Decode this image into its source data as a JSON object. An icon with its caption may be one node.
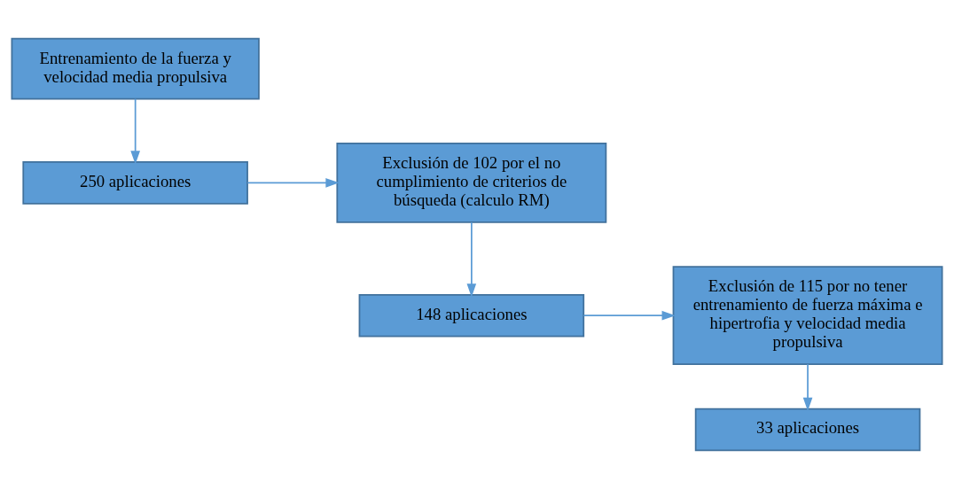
{
  "diagram": {
    "nodes": [
      {
        "text": [
          "Entrenamiento de la fuerza y velocidad media propulsiva"
        ]
      },
      {
        "text": [
          "250 aplicaciones"
        ]
      },
      {
        "text": [
          "Exclusión de 102 por el no cumplimiento de criterios de búsqueda (calculo RM)"
        ]
      },
      {
        "text": [
          "148 aplicaciones"
        ]
      },
      {
        "text": [
          "Exclusión de 115 por no tener entrenamiento de fuerza máxima e hipertrofia y velocidad media propulsiva"
        ]
      },
      {
        "text": [
          "33 aplicaciones"
        ]
      }
    ],
    "edges": [
      {
        "from": 0,
        "to": 1,
        "arrow": "to"
      },
      {
        "from": 1,
        "to": 2,
        "arrow": "to"
      },
      {
        "from": 2,
        "to": 3,
        "arrow": "to"
      },
      {
        "from": 3,
        "to": 4,
        "arrow": "to"
      },
      {
        "from": 4,
        "to": 5,
        "arrow": "to"
      }
    ]
  }
}
